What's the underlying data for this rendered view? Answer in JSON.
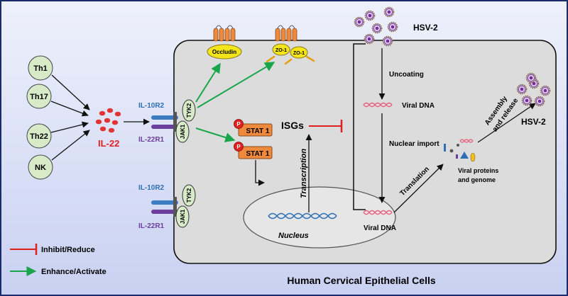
{
  "colors": {
    "background_top": "#eef1fb",
    "background_bottom": "#c9d1f2",
    "cell_fill": "#dcdcdc",
    "activate": "#19a64a",
    "inhibit": "#e02020",
    "cell_node": "#d7ebc9",
    "il22": "#e33434",
    "stat": "#ef8a3c",
    "occludin": "#f3e51a",
    "receptor_blue": "#3b7cc4",
    "receptor_purple": "#6c3f9c",
    "dna": "#e8607a"
  },
  "immune_cells": [
    "Th1",
    "Th17",
    "Th22",
    "NK"
  ],
  "cytokine": "IL-22",
  "receptor": {
    "chain1": "IL-10R2",
    "chain2": "IL-22R1",
    "kinase1": "JAK1",
    "kinase2": "TYK2"
  },
  "tight_junction": {
    "occludin": "Occludin",
    "zo1": "ZO-1"
  },
  "stat": {
    "phospho": "P",
    "label": "STAT 1"
  },
  "isgs": "ISGs",
  "transcription": "Transcription",
  "nucleus": "Nucleus",
  "virus": {
    "name": "HSV-2",
    "uncoating": "Uncoating",
    "viral_dna": "Viral DNA",
    "nuclear_import": "Nuclear import",
    "translation": "Translation",
    "assembly_line1": "Assembly",
    "assembly_line2": "and release",
    "proteins_line1": "Viral proteins",
    "proteins_line2": "and genome"
  },
  "legend": {
    "inhibit": "Inhibit/Reduce",
    "activate": "Enhance/Activate"
  },
  "caption": "Human Cervical Epithelial Cells"
}
